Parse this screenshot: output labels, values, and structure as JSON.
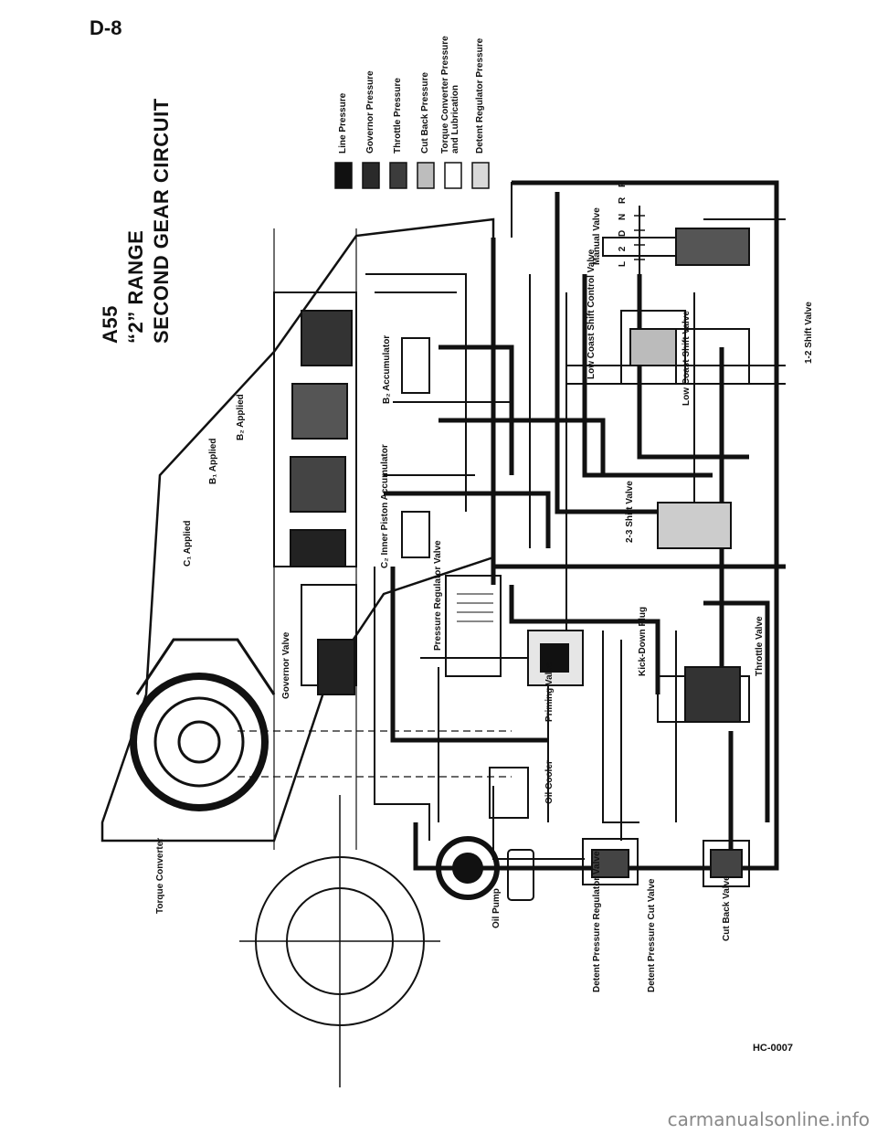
{
  "page_number": "D-8",
  "title": {
    "model": "A55",
    "range": "“2” RANGE",
    "circuit": "SECOND GEAR CIRCUIT"
  },
  "legend": [
    {
      "label": "Line Pressure",
      "color": "#111111"
    },
    {
      "label": "Governor Pressure",
      "color": "#2a2a2a"
    },
    {
      "label": "Throttle Pressure",
      "color": "#3c3c3c"
    },
    {
      "label": "Cut Back Pressure",
      "color": "#bdbdbd"
    },
    {
      "label": "Torque Converter Pressure and Lubrication",
      "color": "#ffffff"
    },
    {
      "label": "Detent Regulator Pressure",
      "color": "#d9d9d9"
    }
  ],
  "labels": {
    "torque_converter": "Torque Converter",
    "c1_applied": "C₁ Applied",
    "b1_applied": "B₁ Applied",
    "b2_applied": "B₂ Applied",
    "governor_valve": "Governor Valve",
    "b2_accumulator": "B₂ Accumulator",
    "c2_inner_piston": "C₂ Inner Piston Accumulator",
    "pressure_regulator": "Pressure Regulator Valve",
    "priming_valve": "Priming Valve",
    "oil_cooler": "Oil Cooler",
    "oil_pump": "Oil Pump",
    "detent_regulator": "Detent Pressure Regulator Valve",
    "detent_cut": "Detent Pressure Cut Valve",
    "cut_back": "Cut Back Valve",
    "kick_down": "Kick-Down Plug",
    "throttle_valve": "Throttle Valve",
    "two_three_shift": "2-3 Shift Valve",
    "low_coast_control": "Low Coast Shift Control Valve",
    "low_coast_shift": "Low Coast Shift Valve",
    "one_two_shift": "1-2 Shift Valve",
    "manual_valve": "Manual Valve",
    "gear_positions": "L 2 D N R P"
  },
  "footer_code": "HC-0007",
  "watermark": "carmanualsonline.info"
}
